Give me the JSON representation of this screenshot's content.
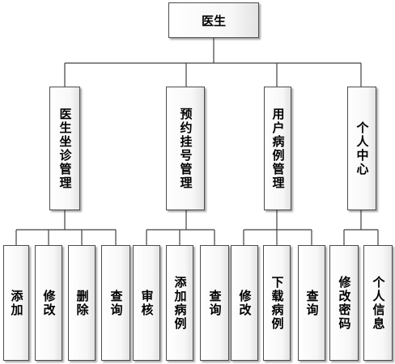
{
  "root": {
    "label": "医生"
  },
  "modules": [
    {
      "label": "医生坐诊管理",
      "children": [
        "添加",
        "修改",
        "删除",
        "查询"
      ]
    },
    {
      "label": "预约挂号管理",
      "children": [
        "审核",
        "添加病例",
        "查询"
      ]
    },
    {
      "label": "用户病例管理",
      "children": [
        "修改",
        "下载病例",
        "查询"
      ]
    },
    {
      "label": "个人中心",
      "children": [
        "修改密码",
        "个人信息"
      ]
    }
  ]
}
